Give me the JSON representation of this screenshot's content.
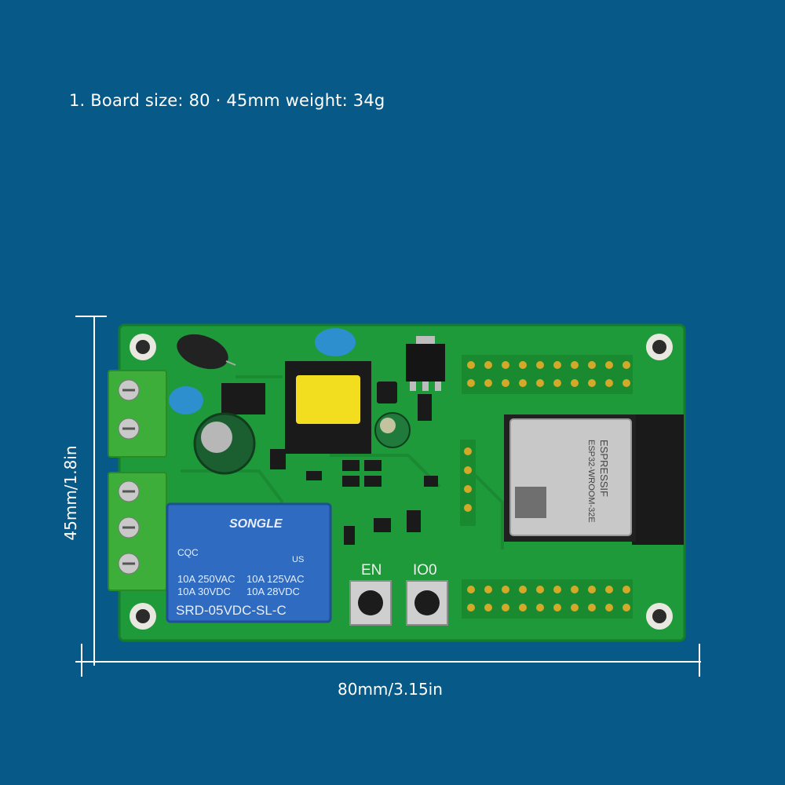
{
  "caption": "1. Board size: 80 · 45mm weight: 34g",
  "dimensions": {
    "width_label": "80mm/3.15in",
    "height_label": "45mm/1.8in"
  },
  "relay": {
    "brand": "SONGLE",
    "cert_left": "CQC",
    "cert_us": "US",
    "rating_1a": "10A 250VAC",
    "rating_1b": "10A 125VAC",
    "rating_2a": "10A 30VDC",
    "rating_2b": "10A 28VDC",
    "model": "SRD-05VDC-SL-C"
  },
  "buttons": {
    "en_label": "EN",
    "io0_label": "IO0"
  },
  "module": {
    "brand": "ESPRESSIF",
    "model": "ESP32-WROOM-32E"
  },
  "colors": {
    "background": "#075a87",
    "pcb": "#1f9a3a",
    "terminal": "#3dae3a",
    "relay": "#2f6bc0"
  }
}
